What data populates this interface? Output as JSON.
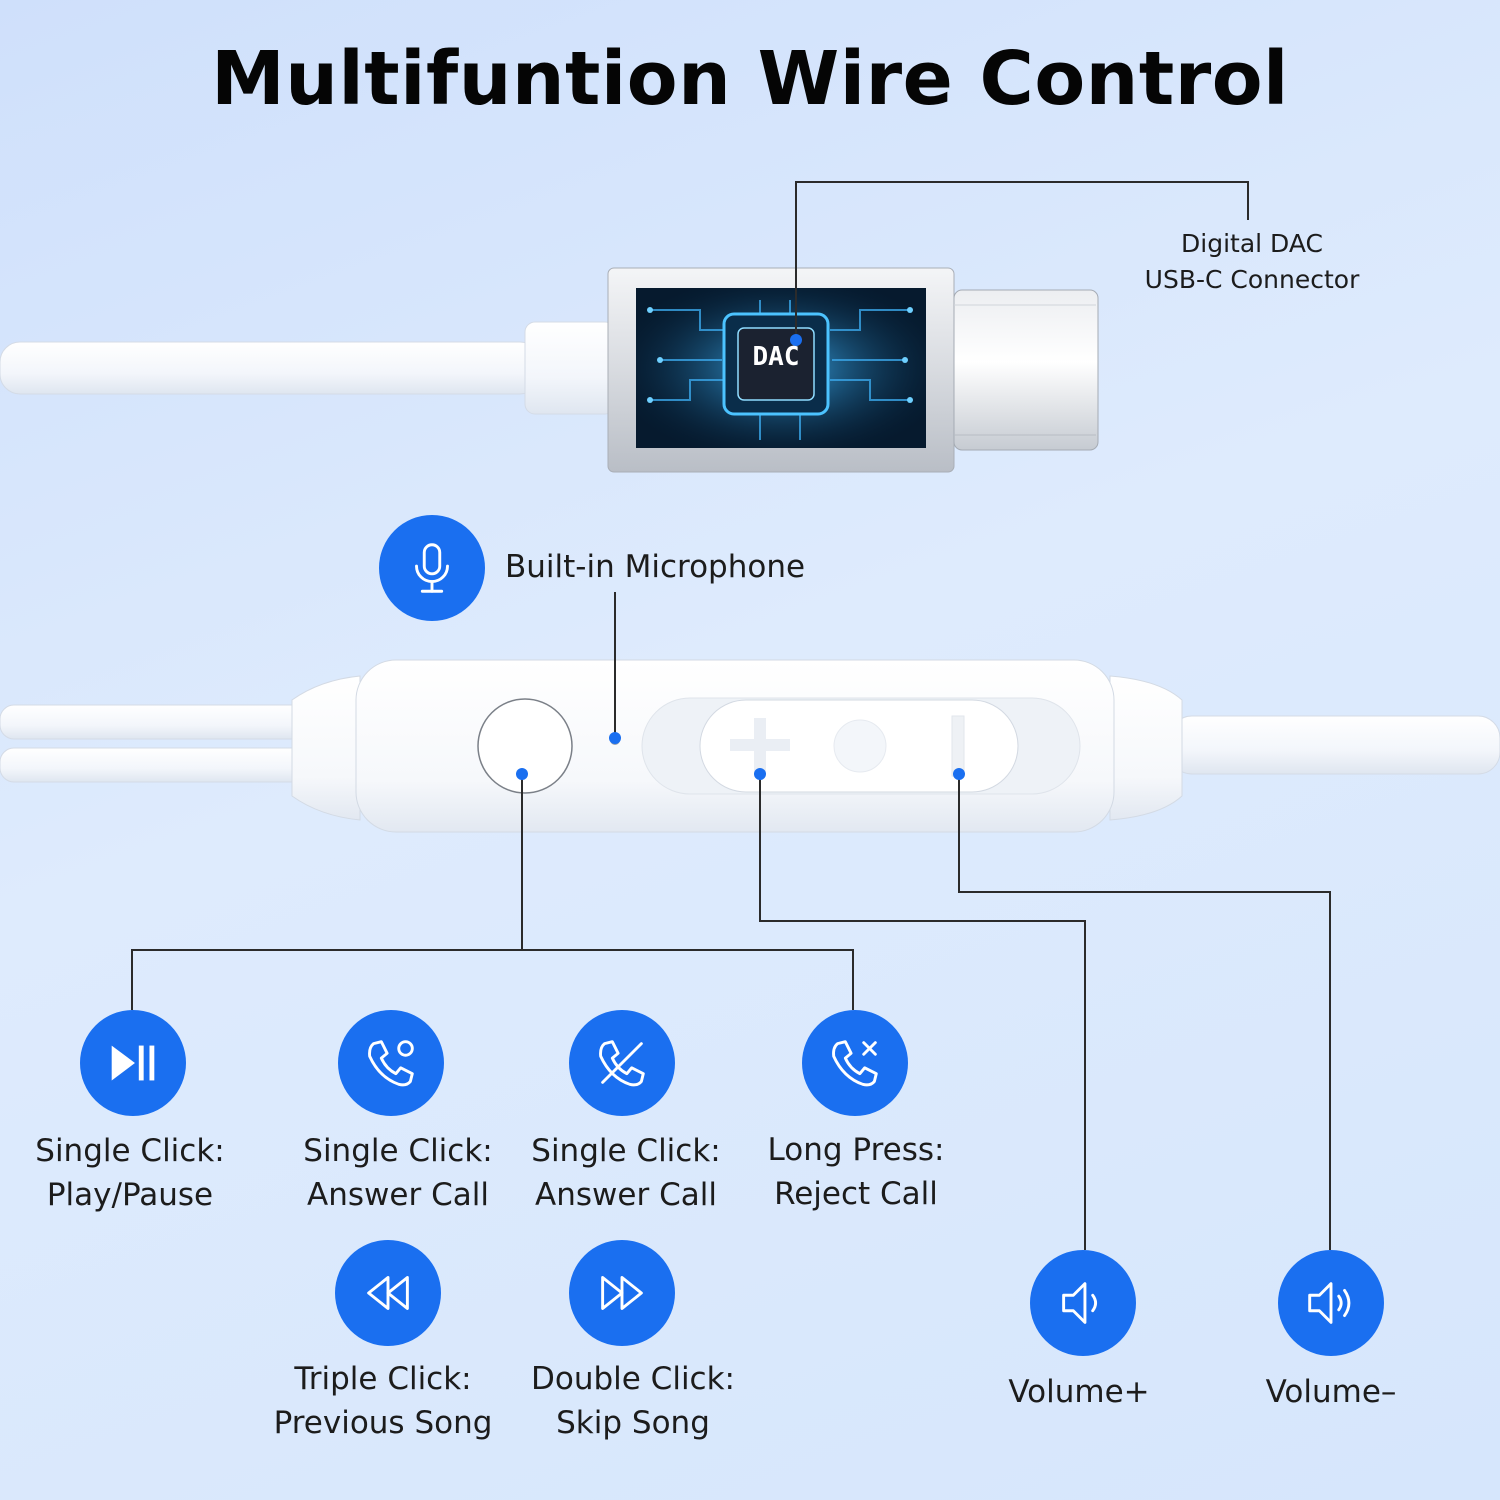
{
  "title": "Multifuntion Wire Control",
  "connector": {
    "chip_label": "DAC",
    "label_line1": "Digital DAC",
    "label_line2": "USB-C Connector"
  },
  "microphone": {
    "label": "Built-in Microphone",
    "icon": "microphone-icon"
  },
  "functions": [
    {
      "icon": "play-pause-icon",
      "line1": "Single Click:",
      "line2": "Play/Pause"
    },
    {
      "icon": "answer-call-icon",
      "line1": "Single Click:",
      "line2": "Answer Call"
    },
    {
      "icon": "hang-up-call-icon",
      "line1": "Single Click:",
      "line2": "Answer Call"
    },
    {
      "icon": "reject-call-icon",
      "line1": "Long Press:",
      "line2": "Reject Call"
    },
    {
      "icon": "rewind-icon",
      "line1": "Triple Click:",
      "line2": "Previous Song"
    },
    {
      "icon": "fast-forward-icon",
      "line1": "Double Click:",
      "line2": "Skip Song"
    }
  ],
  "volume": [
    {
      "icon": "volume-up-icon",
      "label": "Volume+"
    },
    {
      "icon": "volume-down-icon",
      "label": "Volume–"
    }
  ],
  "colors": {
    "accent": "#1a6ff0",
    "line": "#2b2b2b",
    "background": "#d6e6fc"
  }
}
